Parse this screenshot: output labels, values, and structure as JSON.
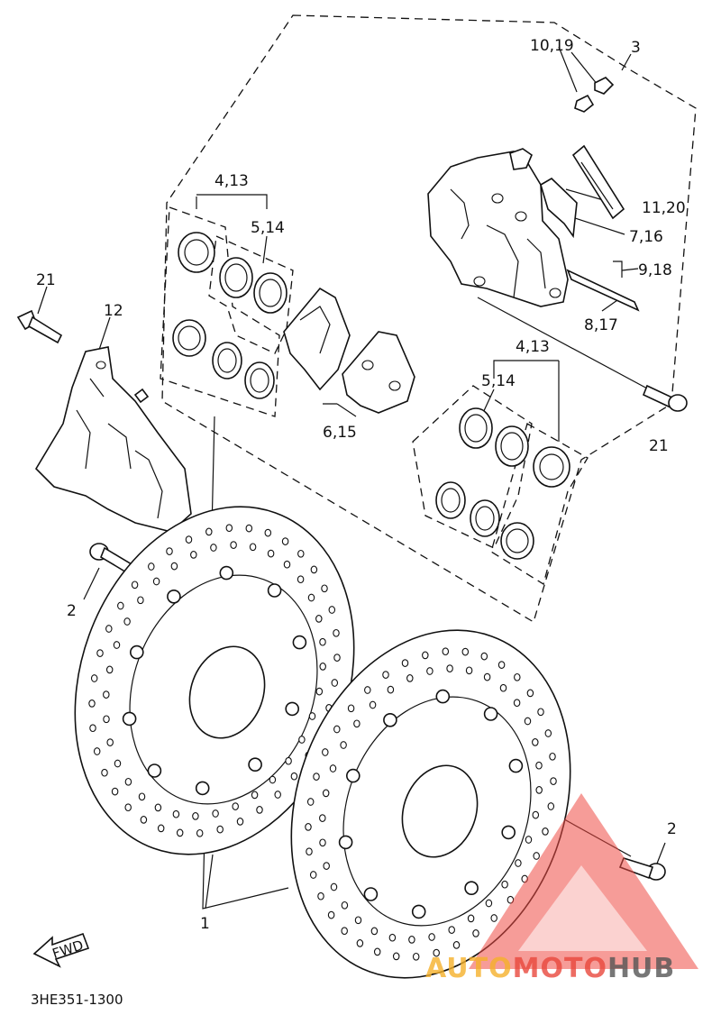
{
  "labels": {
    "l1": "1",
    "l2a": "2",
    "l2b": "2",
    "l3": "3",
    "l4_13a": "4,13",
    "l5_14a": "5,14",
    "l4_13b": "4,13",
    "l5_14b": "5,14",
    "l6_15": "6,15",
    "l7_16": "7,16",
    "l8_17": "8,17",
    "l9_18": "9,18",
    "l10_19": "10,19",
    "l11_20": "11,20",
    "l12": "12",
    "l21a": "21",
    "l21b": "21"
  },
  "fwd": "FWD",
  "diagram_code": "3HE351-1300",
  "watermark": {
    "part1": "AUTO",
    "part2": "MOTO",
    "part3": "HUB",
    "colors": {
      "auto": "#f5b02a",
      "moto": "#e8473c",
      "hub": "#555555",
      "triangle": "#ef4b43"
    }
  }
}
